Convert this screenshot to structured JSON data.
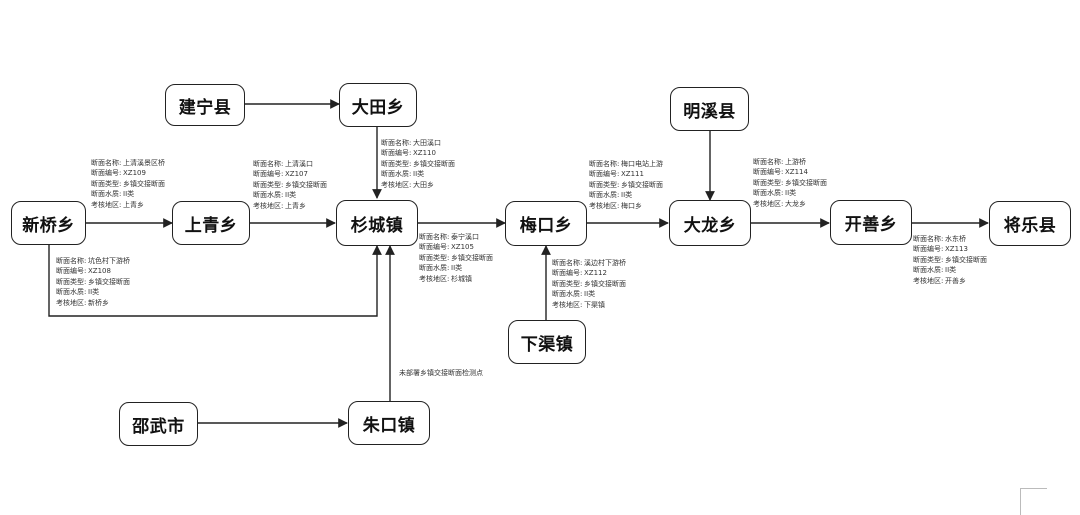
{
  "diagram": {
    "nodes": {
      "jianning": "建宁县",
      "datian": "大田乡",
      "mingxi": "明溪县",
      "xinqiao": "新桥乡",
      "shangqing": "上青乡",
      "shancheng": "杉城镇",
      "meikou": "梅口乡",
      "dalong": "大龙乡",
      "kaishan": "开善乡",
      "jiangle": "将乐县",
      "xiaqu": "下渠镇",
      "shaowu": "邵武市",
      "zhukou": "朱口镇"
    },
    "field_labels": [
      "断面名称:",
      "断面编号:",
      "断面类型:",
      "断面水质:",
      "考核地区:"
    ],
    "sections": {
      "shangqing_in": [
        "上清溪景区桥",
        "XZ109",
        "乡镇交接断面",
        "II类",
        "上青乡"
      ],
      "xinqiao_out": [
        "坑色村下游桥",
        "XZ108",
        "乡镇交接断面",
        "II类",
        "新桥乡"
      ],
      "shangqing_out": [
        "上清溪口",
        "XZ107",
        "乡镇交接断面",
        "II类",
        "上青乡"
      ],
      "datian_out": [
        "大田溪口",
        "XZ110",
        "乡镇交接断面",
        "II类",
        "大田乡"
      ],
      "shancheng_out": [
        "泰宁溪口",
        "XZ105",
        "乡镇交接断面",
        "II类",
        "杉城镇"
      ],
      "meikou_out": [
        "梅口电站上游",
        "XZ111",
        "乡镇交接断面",
        "II类",
        "梅口乡"
      ],
      "xiaqu_out": [
        "溪边村下游桥",
        "XZ112",
        "乡镇交接断面",
        "II类",
        "下渠镇"
      ],
      "dalong_out": [
        "上游桥",
        "XZ114",
        "乡镇交接断面",
        "II类",
        "大龙乡"
      ],
      "kaishan_out": [
        "水东桥",
        "XZ113",
        "乡镇交接断面",
        "II类",
        "开善乡"
      ]
    },
    "zhukou_note": "未部署乡镇交接断面检测点"
  }
}
